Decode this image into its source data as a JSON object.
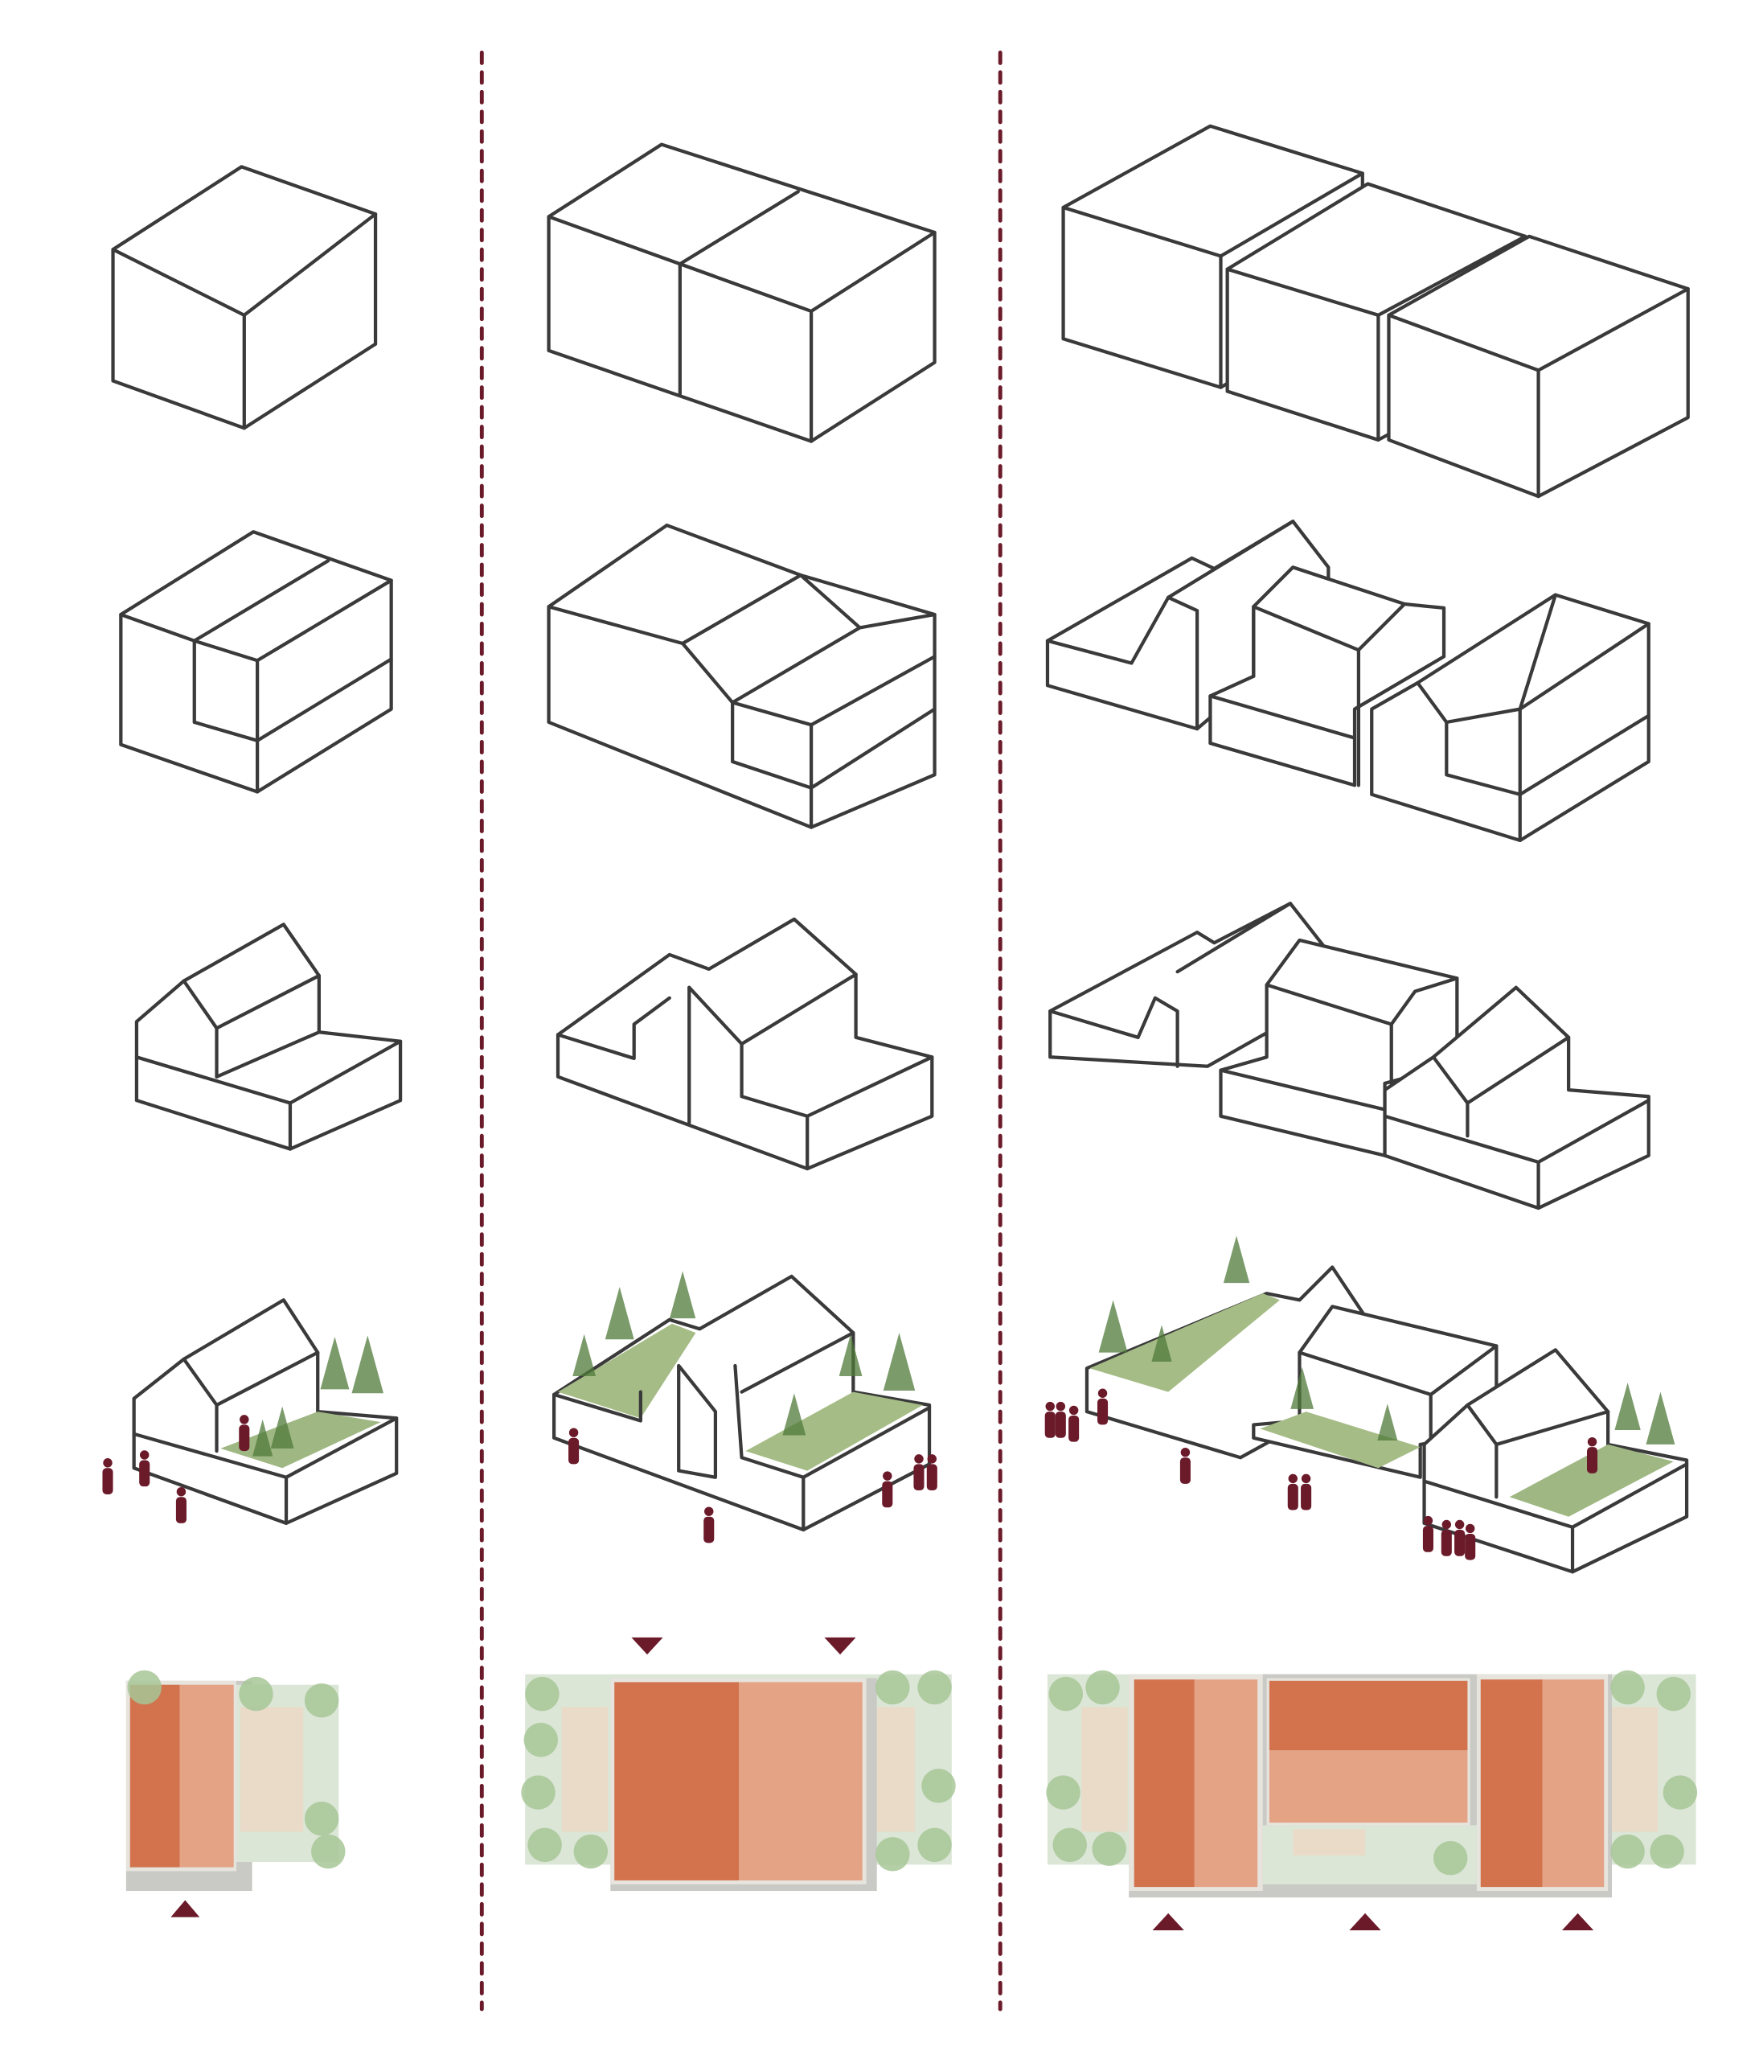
{
  "colors": {
    "divider": "#6b1a2a",
    "outline": "#3a3a3a",
    "roof_dark": "#d2734e",
    "roof_light": "#e5a386",
    "shadow": "#c9c9c5",
    "courtyard": "#dbe6d6",
    "deck": "#eadbc9",
    "tree": "#a7c596",
    "tree_dark": "#4f7a3a",
    "grass": "#9fb783",
    "people": "#6b1a2a",
    "entrance_marker": "#6b1a2a"
  },
  "columns": [
    {
      "units": 1,
      "entrances": 1
    },
    {
      "units": 2,
      "entrances": 2
    },
    {
      "units": 3,
      "entrances": 3
    }
  ]
}
